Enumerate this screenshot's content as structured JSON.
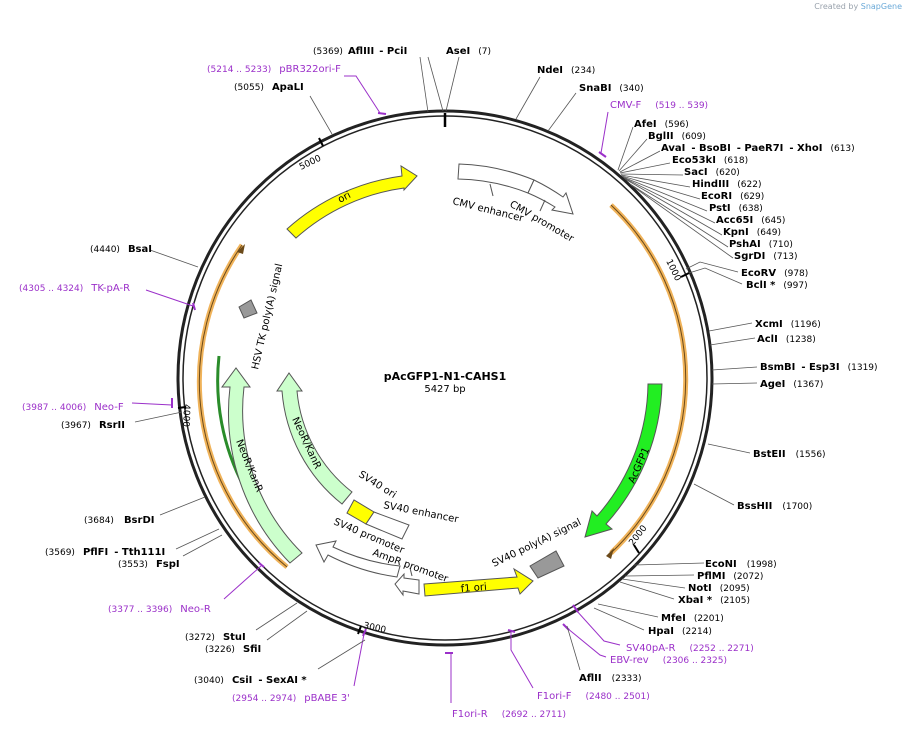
{
  "header": {
    "credit_prefix": "Created by",
    "credit_brand": "SnapGene"
  },
  "plasmid": {
    "name": "pAcGFP1-N1-CAHS1",
    "length_label": "5427 bp",
    "length": 5427
  },
  "ticks": [
    "1000",
    "2000",
    "3000",
    "4000",
    "5000"
  ],
  "sites": [
    {
      "name": "AseI",
      "pos": "(7)"
    },
    {
      "name": "NdeI",
      "pos": "(234)"
    },
    {
      "name": "SnaBI",
      "pos": "(340)"
    },
    {
      "name": "AfeI",
      "pos": "(596)"
    },
    {
      "name": "BglII",
      "pos": "(609)"
    },
    {
      "name": "AvaI",
      "name2": "- BsoBI",
      "name3": "- PaeR7I",
      "name4": "- XhoI",
      "pos": "(613)"
    },
    {
      "name": "Eco53kI",
      "pos": "(618)"
    },
    {
      "name": "SacI",
      "pos": "(620)"
    },
    {
      "name": "HindIII",
      "pos": "(622)"
    },
    {
      "name": "EcoRI",
      "pos": "(629)"
    },
    {
      "name": "PstI",
      "pos": "(638)"
    },
    {
      "name": "Acc65I",
      "pos": "(645)"
    },
    {
      "name": "KpnI",
      "pos": "(649)"
    },
    {
      "name": "PshAI",
      "pos": "(710)"
    },
    {
      "name": "SgrDI",
      "pos": "(713)"
    },
    {
      "name": "EcoRV",
      "pos": "(978)"
    },
    {
      "name": "BclI *",
      "pos": "(997)"
    },
    {
      "name": "XcmI",
      "pos": "(1196)"
    },
    {
      "name": "AclI",
      "pos": "(1238)"
    },
    {
      "name": "BsmBI",
      "name2": "- Esp3I",
      "pos": "(1319)"
    },
    {
      "name": "AgeI",
      "pos": "(1367)"
    },
    {
      "name": "BstEII",
      "pos": "(1556)"
    },
    {
      "name": "BssHII",
      "pos": "(1700)"
    },
    {
      "name": "EcoNI",
      "pos": "(1998)"
    },
    {
      "name": "PflMI",
      "pos": "(2072)"
    },
    {
      "name": "NotI",
      "pos": "(2095)"
    },
    {
      "name": "XbaI *",
      "pos": "(2105)"
    },
    {
      "name": "MfeI",
      "pos": "(2201)"
    },
    {
      "name": "HpaI",
      "pos": "(2214)"
    },
    {
      "name": "AflII",
      "pos": "(2333)"
    },
    {
      "name": "CsiI",
      "name2": "- SexAI *",
      "pos": "(3040)"
    },
    {
      "name": "SfiI",
      "pos": "(3226)"
    },
    {
      "name": "StuI",
      "pos": "(3272)"
    },
    {
      "name": "FspI",
      "pos": "(3553)"
    },
    {
      "name": "PflFI",
      "name2": "- Tth111I",
      "pos": "(3569)"
    },
    {
      "name": "BsrDI",
      "pos": "(3684)"
    },
    {
      "name": "RsrII",
      "pos": "(3967)"
    },
    {
      "name": "BsaI",
      "pos": "(4440)"
    },
    {
      "name": "ApaLI",
      "pos": "(5055)"
    },
    {
      "name": "AflIII",
      "name2": "- PciI",
      "pos": "(5369)"
    }
  ],
  "primers": [
    {
      "name": "CMV-F",
      "pos": "(519 .. 539)"
    },
    {
      "name": "SV40pA-R",
      "pos": "(2252 .. 2271)"
    },
    {
      "name": "EBV-rev",
      "pos": "(2306 .. 2325)"
    },
    {
      "name": "F1ori-F",
      "pos": "(2480 .. 2501)"
    },
    {
      "name": "F1ori-R",
      "pos": "(2692 .. 2711)"
    },
    {
      "name": "pBABE 3'",
      "pos": "(2954 .. 2974)"
    },
    {
      "name": "Neo-R",
      "pos": "(3377 .. 3396)"
    },
    {
      "name": "Neo-F",
      "pos": "(3987 .. 4006)"
    },
    {
      "name": "TK-pA-R",
      "pos": "(4305 .. 4324)"
    },
    {
      "name": "pBR322ori-F",
      "pos": "(5214 .. 5233)"
    }
  ],
  "features": [
    {
      "name": "CMV enhancer",
      "color": "#ffffff"
    },
    {
      "name": "CMV promoter",
      "color": "#ffffff"
    },
    {
      "name": "AcGFP1",
      "color": "#22ee22"
    },
    {
      "name": "SV40 poly(A) signal",
      "color": "#999999"
    },
    {
      "name": "f1 ori",
      "color": "#ffff00"
    },
    {
      "name": "AmpR promoter",
      "color": "#ffffff"
    },
    {
      "name": "SV40 promoter",
      "color": "#ffffff"
    },
    {
      "name": "SV40 ori",
      "color": "#ffff00"
    },
    {
      "name": "SV40 enhancer",
      "color": "#ffffff"
    },
    {
      "name": "NeoR/KanR",
      "color": "#ccffcc"
    },
    {
      "name": "HSV TK poly(A) signal",
      "color": "#999999"
    },
    {
      "name": "ori",
      "color": "#ffff00"
    }
  ],
  "colors": {
    "primer": "#9b30c9",
    "orf": "#f0b35a",
    "backbone": "#222222"
  }
}
